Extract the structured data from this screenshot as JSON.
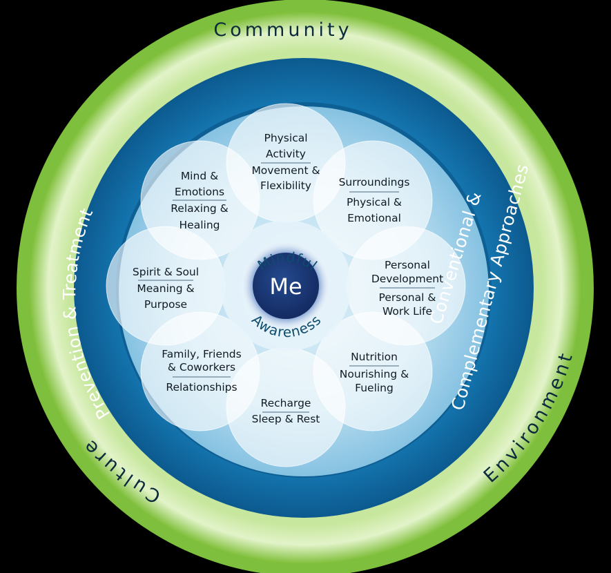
{
  "outer_ring": {
    "top": "Community",
    "left": "Culture",
    "right": "Environment"
  },
  "band": {
    "left": "Prevention & Treatment",
    "right_line1": "Conventional &",
    "right_line2": "Complementary Approaches"
  },
  "center": {
    "top": "Mindful",
    "core": "Me",
    "bottom": "Awareness"
  },
  "petals": {
    "physical": {
      "title1": "Physical",
      "title2": "Activity",
      "sub1": "Movement &",
      "sub2": "Flexibility"
    },
    "surroundings": {
      "title1": "Surroundings",
      "sub1": "Physical &",
      "sub2": "Emotional"
    },
    "personal": {
      "title1": "Personal",
      "title2": "Development",
      "sub1": "Personal &",
      "sub2": "Work Life"
    },
    "nutrition": {
      "title1": "Nutrition",
      "sub1": "Nourishing &",
      "sub2": "Fueling"
    },
    "recharge": {
      "title1": "Recharge",
      "sub1": "Sleep & Rest"
    },
    "family": {
      "title1": "Family, Friends",
      "title2": "& Coworkers",
      "sub1": "Relationships"
    },
    "spirit": {
      "title1": "Spirit & Soul",
      "sub1": "Meaning &",
      "sub2": "Purpose"
    },
    "mind": {
      "title1": "Mind &",
      "title2": "Emotions",
      "sub1": "Relaxing &",
      "sub2": "Healing"
    }
  },
  "colors": {
    "outer_green": "#8cc63f",
    "light_green": "#d2ecb0",
    "band_blue": "#0f72aa",
    "inner_blue": "#a8d4ea",
    "core_navy": "#1a3a7a"
  }
}
